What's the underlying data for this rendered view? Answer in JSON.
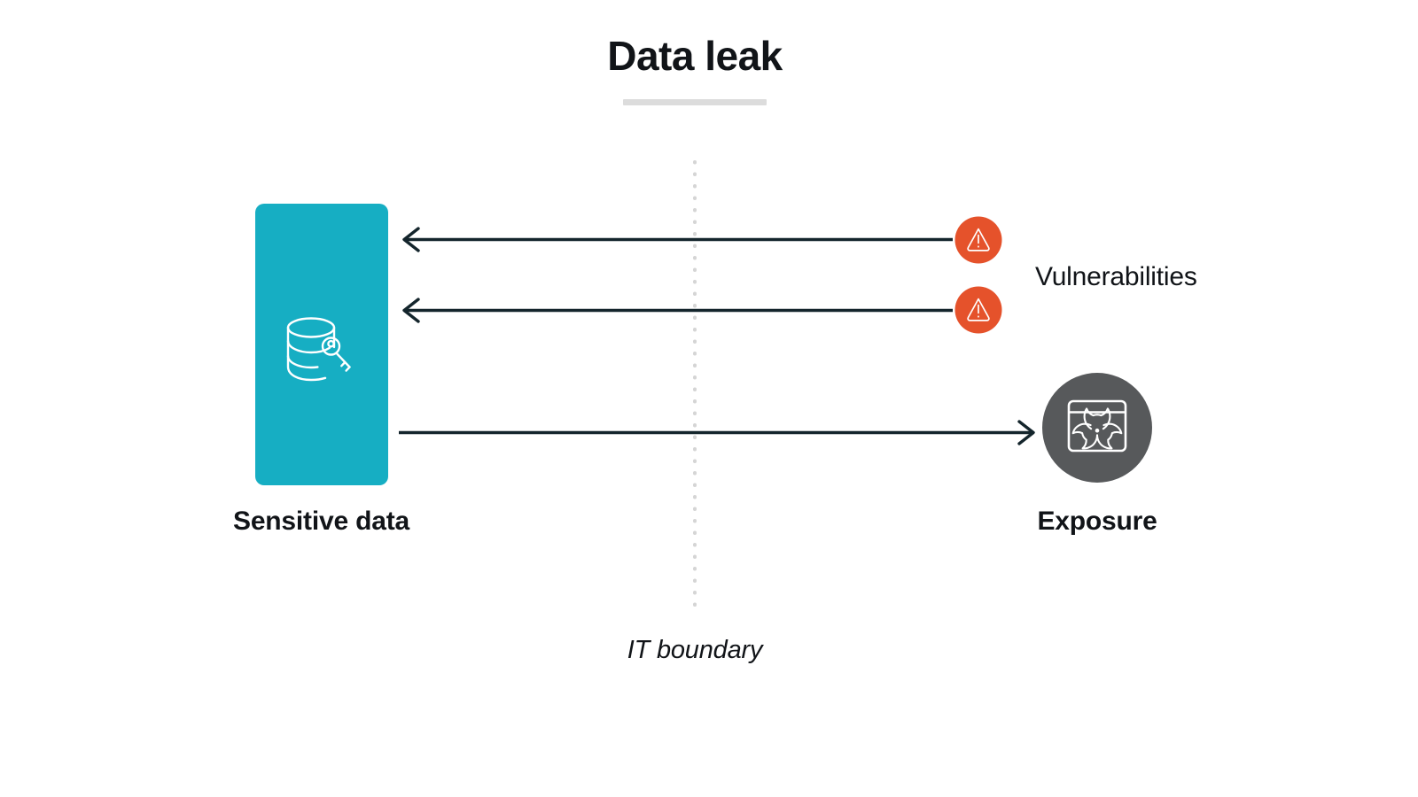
{
  "diagram": {
    "title": "Data leak",
    "boundary_label": "IT boundary",
    "nodes": {
      "source": {
        "label": "Sensitive data",
        "icon": "database-key-icon",
        "color": "#16aec3",
        "shape": "rounded-rectangle"
      },
      "target": {
        "label": "Exposure",
        "icon": "biohazard-window-icon",
        "color": "#57595b",
        "shape": "circle"
      },
      "threats": {
        "label": "Vulnerabilities",
        "icon": "warning-triangle-icon",
        "color": "#e5522b",
        "shape": "circle",
        "count": 2
      }
    },
    "flows": [
      {
        "name": "vulnerability-inbound-1",
        "direction": "left",
        "from": "vulnerability-badge-1",
        "to": "sensitive-data"
      },
      {
        "name": "vulnerability-inbound-2",
        "direction": "left",
        "from": "vulnerability-badge-2",
        "to": "sensitive-data"
      },
      {
        "name": "exposure-outbound",
        "direction": "right",
        "from": "sensitive-data",
        "to": "exposure"
      }
    ],
    "colors": {
      "teal": "#16aec3",
      "orange": "#e5522b",
      "gray": "#57595b",
      "line": "#14252c",
      "rule": "#dcdcdc",
      "dotted": "#d5d5d5",
      "text": "#111418",
      "background": "#ffffff"
    }
  }
}
